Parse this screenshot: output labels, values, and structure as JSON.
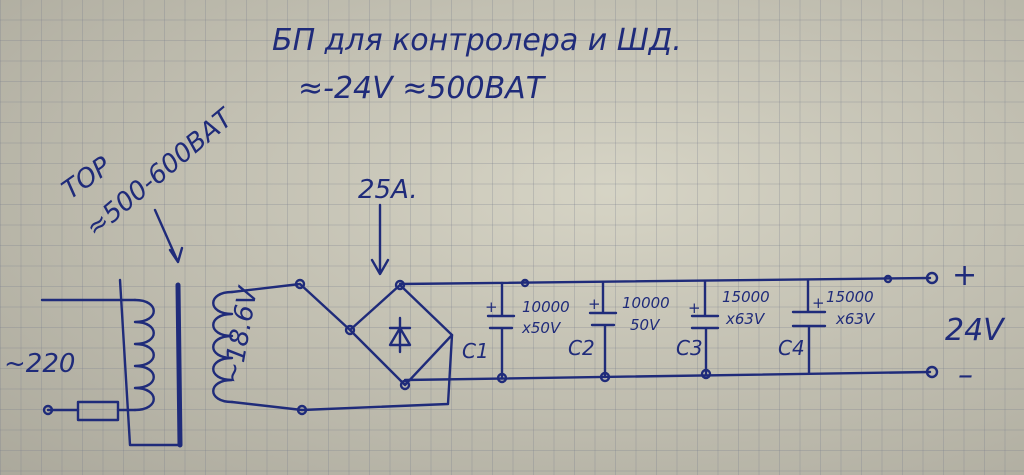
{
  "title": "БП для контролера и ШД.",
  "subtitle": "≈-24V ≈500ВАТ",
  "transformer": {
    "type_label": "ТОР",
    "power_label": "≈500-600ВАТ",
    "input_label": "~220",
    "secondary_label": "~18.6V"
  },
  "bridge": {
    "current_label": "25A."
  },
  "capacitors": [
    {
      "name": "C1",
      "value": "10000",
      "voltage": "x50V"
    },
    {
      "name": "C2",
      "value": "10000",
      "voltage": "50V"
    },
    {
      "name": "C3",
      "value": "15000",
      "voltage": "x63V"
    },
    {
      "name": "C4",
      "value": "15000",
      "voltage": "x63V"
    }
  ],
  "capacitor_plus": "+",
  "output": {
    "plus": "+",
    "minus": "–",
    "voltage": "24V"
  },
  "ink_color": "#1f2b7a"
}
